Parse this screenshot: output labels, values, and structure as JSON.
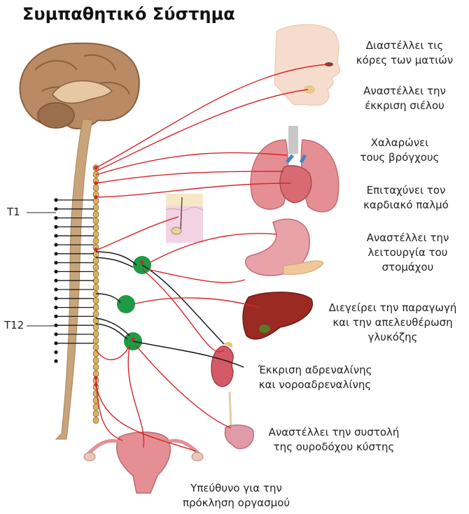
{
  "title": "Συμπαθητικό Σύστημα",
  "spinal_markers": {
    "t1": "T1",
    "t12": "T12"
  },
  "effects": [
    {
      "id": "eyes",
      "lines": [
        "Διαστέλλει τις",
        "κόρες των ματιών"
      ]
    },
    {
      "id": "saliva",
      "lines": [
        "Αναστέλλει την",
        "έκκριση σιέλου"
      ]
    },
    {
      "id": "bronchi",
      "lines": [
        "Χαλαρώνει",
        "τους βρόγχους"
      ]
    },
    {
      "id": "heart",
      "lines": [
        "Επιταχύνει τον",
        "καρδιακό παλμό"
      ]
    },
    {
      "id": "stomach",
      "lines": [
        "Αναστέλλει την",
        "λειτουργία του",
        "στομάχου"
      ]
    },
    {
      "id": "liver",
      "lines": [
        "Διεγείρει την παραγωγή",
        "και την απελευθέρωση",
        "γλυκόζης"
      ]
    },
    {
      "id": "adrenal",
      "lines": [
        "Έκκριση αδρεναλίνης",
        "και νοροαδρεναλίνης"
      ]
    },
    {
      "id": "bladder",
      "lines": [
        "Αναστέλλει την συστολή",
        "της ουροδόχου κύστης"
      ]
    },
    {
      "id": "reproductive",
      "lines": [
        "Υπεύθυνο για την",
        "πρόκληση οργασμού"
      ]
    }
  ],
  "colors": {
    "nerve": "#d6242b",
    "preganglionic": "#1a1a1a",
    "ganglion": "#1f9a45",
    "spinal_cord": "#c9a47a",
    "brain": "#b98a63",
    "organ_pink": "#e58f94",
    "liver": "#9b2a22"
  }
}
